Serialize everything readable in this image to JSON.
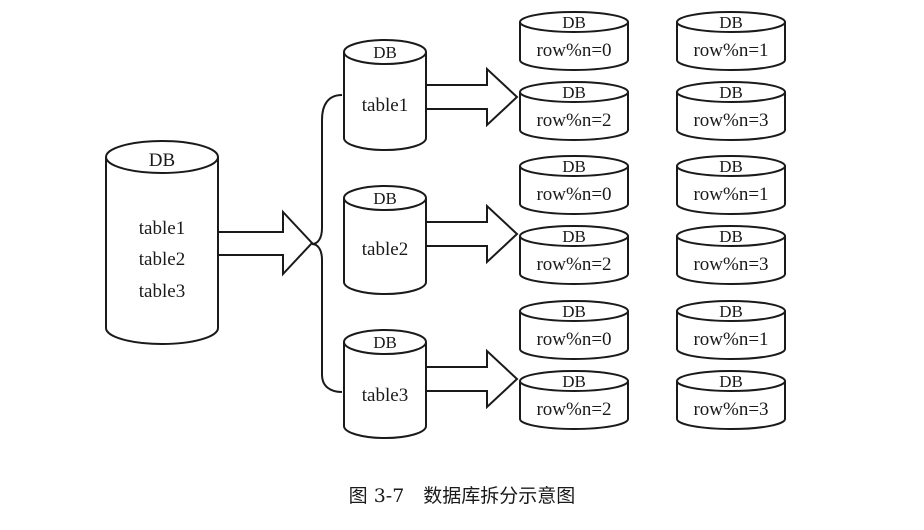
{
  "source_db": {
    "label": "DB",
    "tables": [
      "table1",
      "table2",
      "table3"
    ]
  },
  "table_dbs": [
    {
      "label": "DB",
      "table": "table1"
    },
    {
      "label": "DB",
      "table": "table2"
    },
    {
      "label": "DB",
      "table": "table3"
    }
  ],
  "shards": [
    [
      {
        "label": "DB",
        "rule": "row%n=0"
      },
      {
        "label": "DB",
        "rule": "row%n=1"
      },
      {
        "label": "DB",
        "rule": "row%n=2"
      },
      {
        "label": "DB",
        "rule": "row%n=3"
      }
    ],
    [
      {
        "label": "DB",
        "rule": "row%n=0"
      },
      {
        "label": "DB",
        "rule": "row%n=1"
      },
      {
        "label": "DB",
        "rule": "row%n=2"
      },
      {
        "label": "DB",
        "rule": "row%n=3"
      }
    ],
    [
      {
        "label": "DB",
        "rule": "row%n=0"
      },
      {
        "label": "DB",
        "rule": "row%n=1"
      },
      {
        "label": "DB",
        "rule": "row%n=2"
      },
      {
        "label": "DB",
        "rule": "row%n=3"
      }
    ]
  ],
  "caption": "图 3-7　数据库拆分示意图"
}
